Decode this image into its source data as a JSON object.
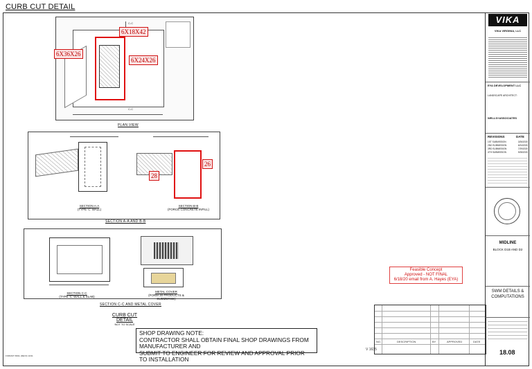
{
  "sheet": {
    "title": "CURB CUT DETAIL",
    "footer_id": "V 1635",
    "bottom_left_tag": "FORMAT WMG (REV3) 10/11"
  },
  "plan_view": {
    "caption": "PLAN VIEW",
    "callouts": [
      "6X18X42",
      "6X36X26",
      "6X24X26"
    ],
    "section_marks": [
      "C-C",
      "C-C"
    ]
  },
  "sections_ab": {
    "caption": "SECTION A-A AND B-B",
    "section_a": {
      "title": "SECTION A-A",
      "subtitle": "(TYPE 'C' WALL)"
    },
    "section_b": {
      "title": "SECTION B-B",
      "subtitle": "(FORCE CONCRETE INFILL)"
    },
    "callouts": [
      "28",
      "26"
    ]
  },
  "sections_cc": {
    "caption": "SECTION C-C AND METAL COVER",
    "section_c": {
      "title": "SECTION C-C",
      "subtitle": "(TYPE 'C' WALL & SLAB)"
    },
    "metal_cover": {
      "title": "METAL COVER",
      "subtitle": "(FORM 30 PRODUCTS & SUBMERGE)"
    }
  },
  "detail_caption": {
    "title": "CURB CUT DETAIL",
    "scale": "NOT TO SCALE"
  },
  "shop_note": {
    "heading": "SHOP DRAWING NOTE:",
    "line1": "CONTRACTOR SHALL OBTAIN FINAL SHOP DRAWINGS FROM MANUFACTURER AND",
    "line2": "SUBMIT TO ENGINEER FOR REVIEW AND APPROVAL PRIOR TO INSTALLATION"
  },
  "stamp": {
    "line1": "Feasible Concept",
    "line2": "Approved - NOT FINAL",
    "line3": "6/18/20 email from A. Hayes (EYA)"
  },
  "revision_table": {
    "col_no": "NO.",
    "col_description": "DESCRIPTION",
    "col_by": "BY",
    "col_approved": "APPROVED",
    "col_date": "DATE"
  },
  "title_block": {
    "logo": "VIKA",
    "company": "VIKA VIRGINIA, LLC",
    "client": "EYA DEVELOPMENT LLC",
    "landscape": "LANDSCAPE ARCHITECT:",
    "traffic": "WELLS+ASSOCIATES",
    "revisions_label": "REVISIONS",
    "date_label": "DATE",
    "revisions": [
      {
        "desc": "1ST SUBMISSION",
        "date": "3/26/2020"
      },
      {
        "desc": "2ND SUBMISSION",
        "date": "6/24/2020"
      },
      {
        "desc": "3RD SUBMISSION",
        "date": "7/29/2020"
      },
      {
        "desc": "4TH SUBMISSION",
        "date": "9/28/2020"
      }
    ],
    "project": "MIDLINE",
    "block": "BLOCK D1B AND D2",
    "subtitle": "SWM DETAILS & COMPUTATIONS",
    "sheet_no": "18.08"
  }
}
